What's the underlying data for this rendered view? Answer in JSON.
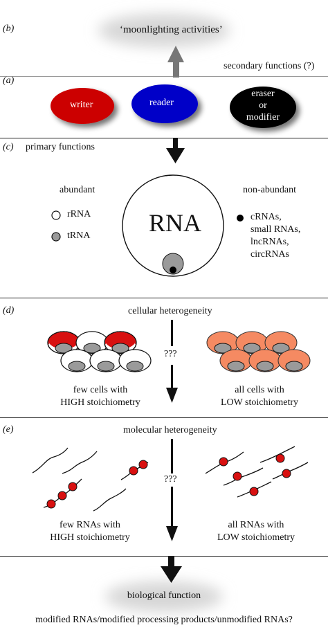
{
  "panels": {
    "b": {
      "label": "(b)",
      "title": "‘moonlighting activities’",
      "note": "secondary functions (?)"
    },
    "a": {
      "label": "(a)",
      "writer": "writer",
      "reader": "reader",
      "eraser_line1": "eraser",
      "eraser_line2": "or",
      "eraser_line3": "modifier"
    },
    "c": {
      "label": "(c)",
      "title": "primary functions",
      "abundant": "abundant",
      "rrna": "rRNA",
      "trna": "tRNA",
      "rna": "RNA",
      "non_abundant": "non-abundant",
      "nonab_1": "cRNAs,",
      "nonab_2": "small RNAs,",
      "nonab_3": "lncRNAs,",
      "nonab_4": "circRNAs"
    },
    "d": {
      "label": "(d)",
      "title": "cellular heterogeneity",
      "qmarks": "???",
      "left_1": "few cells with",
      "left_2": "HIGH stoichiometry",
      "right_1": "all cells with",
      "right_2": "LOW stoichiometry"
    },
    "e": {
      "label": "(e)",
      "title": "molecular heterogeneity",
      "qmarks": "???",
      "left_1": "few RNAs with",
      "left_2": "HIGH stoichiometry",
      "right_1": "all RNAs with",
      "right_2": "LOW stoichiometry"
    },
    "bottom": {
      "title": "biological function",
      "caption": "modified RNAs/modified processing products/unmodified RNAs?"
    }
  },
  "colors": {
    "writer": "#cc0000",
    "reader": "#0000cc",
    "eraser": "#000000",
    "low_cell": "#f4845f",
    "grey_dot": "#999999",
    "mod_dot": "#dd0000"
  }
}
